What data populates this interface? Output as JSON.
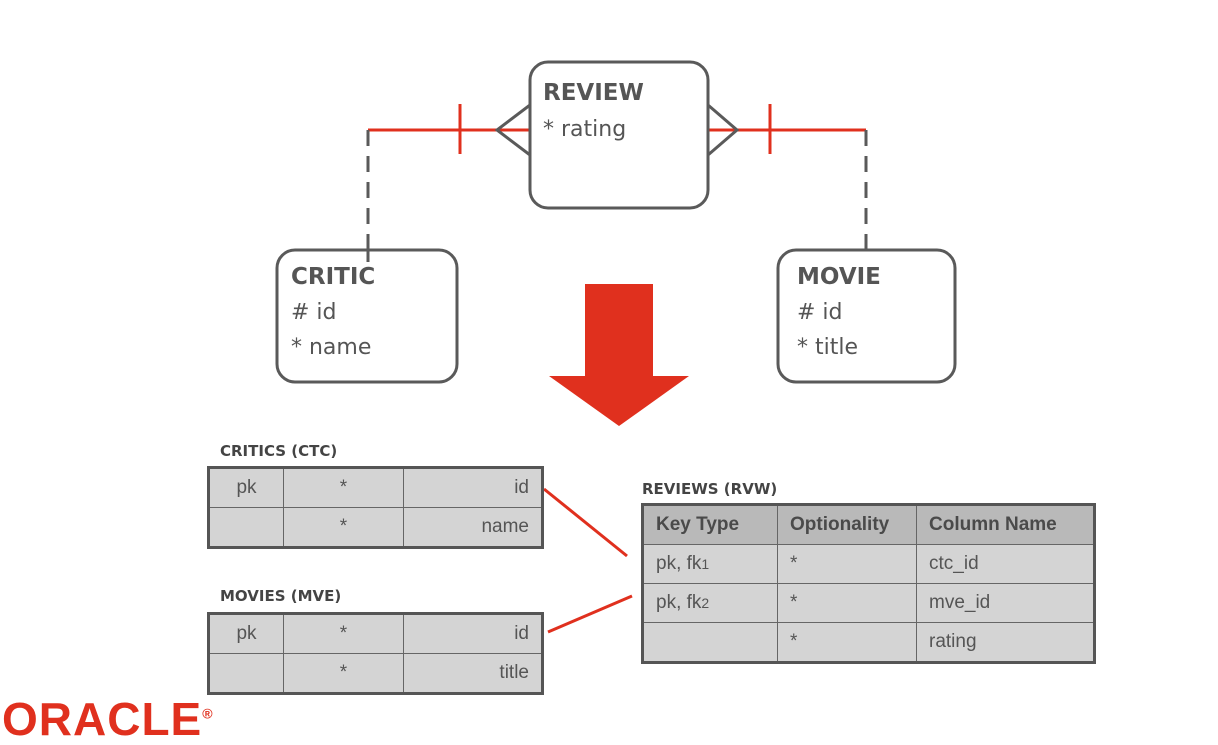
{
  "colors": {
    "relationship_line": "#e0301e",
    "entity_border": "#5a5a5a",
    "arrow": "#e0301e",
    "table_fill": "#d4d4d4",
    "table_header": "#b9b9b9",
    "logo": "#e0301e"
  },
  "entities": {
    "review": {
      "title": "REVIEW",
      "attrs": [
        "* rating"
      ]
    },
    "critic": {
      "title": "CRITIC",
      "attrs": [
        "# id",
        "* name"
      ]
    },
    "movie": {
      "title": "MOVIE",
      "attrs": [
        "# id",
        "* title"
      ]
    }
  },
  "transform_arrow_icon": "down-arrow-icon",
  "tables": {
    "critics": {
      "label": "CRITICS (CTC)",
      "rows": [
        [
          "pk",
          "*",
          "id"
        ],
        [
          "",
          "*",
          "name"
        ]
      ]
    },
    "movies": {
      "label": "MOVIES (MVE)",
      "rows": [
        [
          "pk",
          "*",
          "id"
        ],
        [
          "",
          "*",
          "title"
        ]
      ]
    },
    "reviews": {
      "label": "REVIEWS (RVW)",
      "headers": [
        "Key Type",
        "Optionality",
        "Column Name"
      ],
      "rows": [
        {
          "key_type": "pk, fk",
          "key_sub": "1",
          "optionality": "*",
          "column": "ctc_id"
        },
        {
          "key_type": "pk, fk",
          "key_sub": "2",
          "optionality": "*",
          "column": "mve_id"
        },
        {
          "key_type": "",
          "key_sub": "",
          "optionality": "*",
          "column": "rating"
        }
      ]
    }
  },
  "logo": {
    "text": "ORACLE",
    "mark": "®"
  }
}
